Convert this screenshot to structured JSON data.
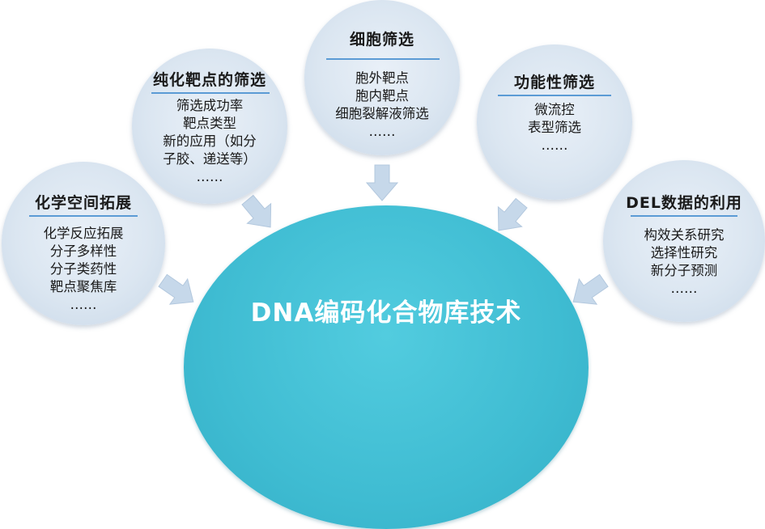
{
  "center": {
    "label": "DNA编码化合物库技术"
  },
  "bubbles": {
    "chemistry": {
      "title": "化学空间拓展",
      "items": [
        "化学反应拓展",
        "分子多样性",
        "分子类药性",
        "靶点聚焦库",
        "……"
      ]
    },
    "target": {
      "title": "纯化靶点的筛选",
      "items": [
        "筛选成功率",
        "靶点类型",
        "新的应用（如分",
        "子胶、递送等）",
        "……"
      ]
    },
    "cell": {
      "title": "细胞筛选",
      "items": [
        "胞外靶点",
        "胞内靶点",
        "细胞裂解液筛选",
        "……"
      ]
    },
    "functional": {
      "title": "功能性筛选",
      "items": [
        "微流控",
        "表型筛选",
        "……"
      ]
    },
    "del": {
      "title": "DEL数据的利用",
      "items": [
        "构效关系研究",
        "选择性研究",
        "新分子预测",
        "……"
      ]
    }
  },
  "colors": {
    "core": "#3fbcd2",
    "bubble": "#dbe6f1",
    "arrow": "#c6d8ea",
    "rule": "#5b9bd5"
  }
}
